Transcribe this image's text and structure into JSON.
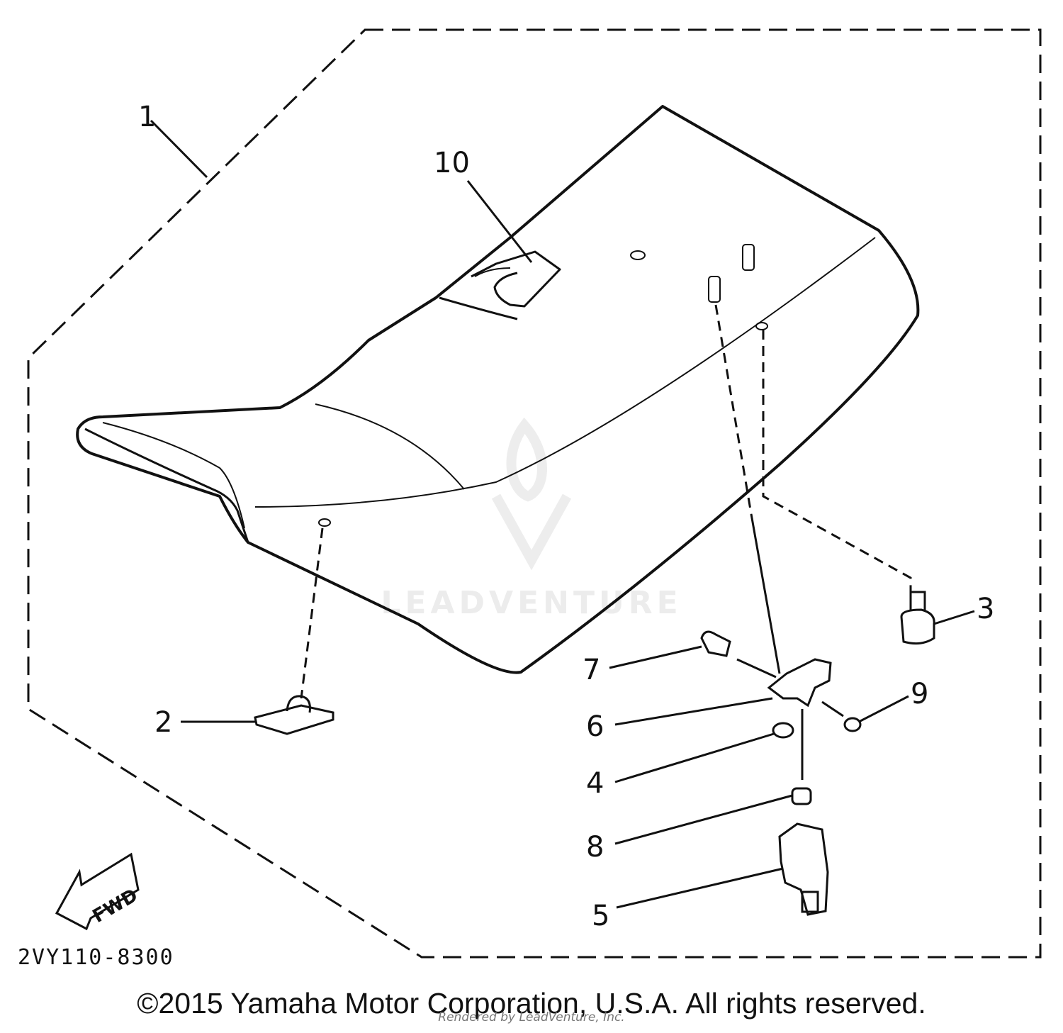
{
  "diagram": {
    "callouts": [
      "1",
      "2",
      "3",
      "4",
      "5",
      "6",
      "7",
      "8",
      "9",
      "10"
    ],
    "part_code": "2VY110-8300",
    "forward_arrow_label": "FWD"
  },
  "footer": {
    "copyright": "©2015 Yamaha Motor Corporation, U.S.A. All rights reserved.",
    "rendered_by": "Rendered by LeadVenture, Inc."
  },
  "watermark": {
    "text": "LEADVENTURE"
  }
}
